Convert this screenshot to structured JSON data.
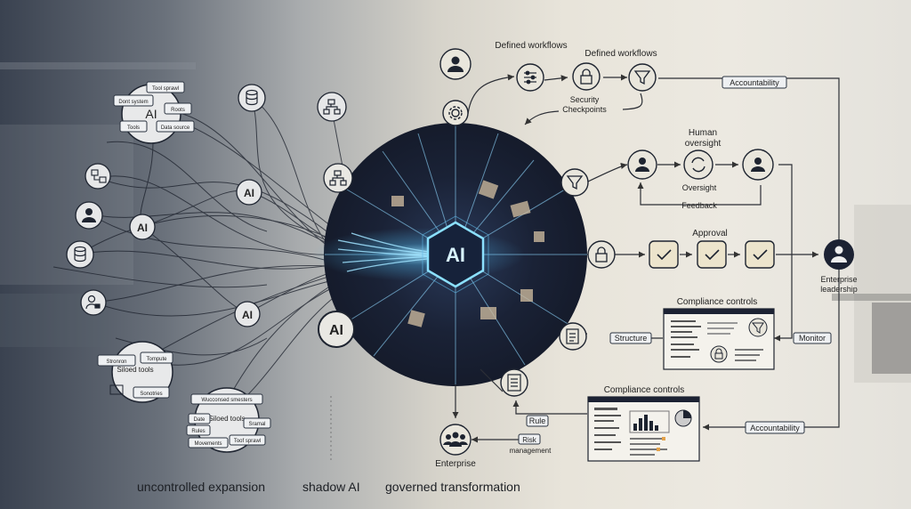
{
  "captions": {
    "left": "uncontrolled expansion",
    "middle": "shadow AI",
    "right": "governed transformation"
  },
  "hub": {
    "label": "AI"
  },
  "left_cluster_top": {
    "center": "AI",
    "tags": [
      "Tool sprawl",
      "Dont system",
      "Roots",
      "Tools",
      "Data source"
    ]
  },
  "left_nodes": {
    "ai_mid": "AI",
    "ai_lower": "AI",
    "ai_left": "AI",
    "ai_big": "AI"
  },
  "left_cluster_bottom": {
    "center": "Siloed tools",
    "tags": [
      "Stronron",
      "Tompute",
      "Sonotries"
    ]
  },
  "left_cluster_bottom2": {
    "center": "Siloed tools",
    "tags": [
      "Wucconsed smesters",
      "Date",
      "Rules",
      "Sramal",
      "Movements",
      "Toof sprawl"
    ]
  },
  "top_flow": {
    "defined_workflows_1": "Defined workflows",
    "defined_workflows_2": "Defined workflows",
    "security": "Security Checkpoints",
    "accountability": "Accountability"
  },
  "oversight_flow": {
    "title": "Human oversight",
    "oversight": "Oversight",
    "feedback": "Feedback"
  },
  "approval_flow": {
    "title": "Approval"
  },
  "leadership": {
    "label": "Enterprise leadership"
  },
  "compliance_1": {
    "title": "Compliance controls",
    "structure": "Structure",
    "monitor": "Monitor"
  },
  "compliance_2": {
    "title": "Compliance controls",
    "rule": "Rule",
    "risk": "Risk management",
    "accountability": "Accountability"
  },
  "enterprise": {
    "label": "Enterprise"
  },
  "icons": [
    "person-icon",
    "gear-icon",
    "sliders-icon",
    "lock-icon",
    "filter-icon",
    "database-icon",
    "hierarchy-icon",
    "refresh-icon",
    "check-icon",
    "document-icon",
    "group-icon",
    "chart-icon"
  ],
  "colors": {
    "dark_navy": "#1c2233",
    "glow": "#6fd3ff",
    "node_fill": "#232a38",
    "light_node": "#e9e6dc"
  }
}
